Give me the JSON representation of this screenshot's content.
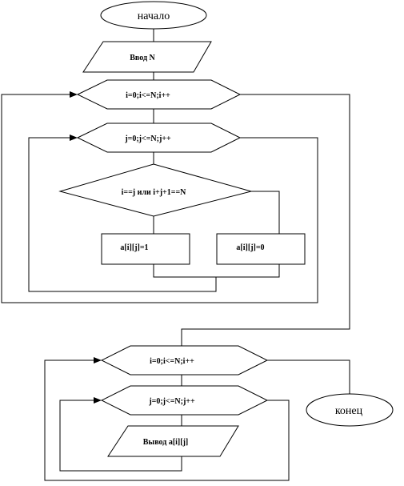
{
  "flowchart": {
    "start_label": "начало",
    "input_label": "Ввод N",
    "loop_i_label": "i=0;i<=N;i++",
    "loop_j_label": "j=0;j<=N;j++",
    "condition_label": "i==j или i+j+1==N",
    "assign_one_label": "a[i][j]=1",
    "assign_zero_label": "a[i][j]=0",
    "output_loop_i_label": "i=0;i<=N;i++",
    "output_loop_j_label": "j=0;j<=N;j++",
    "output_label": "Вывод a[i][j]",
    "end_label": "конец"
  }
}
